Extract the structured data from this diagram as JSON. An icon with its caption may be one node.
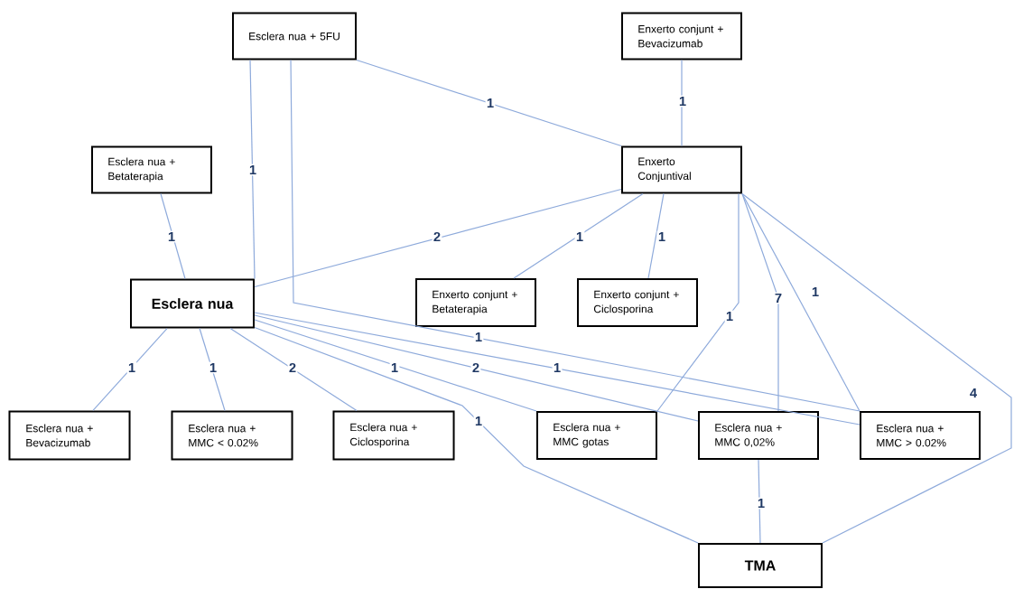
{
  "diagram": {
    "nodes": [
      {
        "text": [
          "Esclera nua + 5FU"
        ]
      },
      {
        "text": [
          "Enxerto conjunt + Bevacizumab"
        ]
      },
      {
        "text": [
          "Esclera nua + Betaterapia"
        ]
      },
      {
        "text": [
          "Enxerto Conjuntival"
        ]
      },
      {
        "text": [
          "Esclera nua"
        ]
      },
      {
        "text": [
          "Enxerto conjunt + Betaterapia"
        ]
      },
      {
        "text": [
          "Enxerto conjunt + Ciclosporina"
        ]
      },
      {
        "text": [
          "Esclera nua + Bevacizumab"
        ]
      },
      {
        "text": [
          "Esclera nua + MMC < 0.02%"
        ]
      },
      {
        "text": [
          "Esclera nua + Ciclosporina"
        ]
      },
      {
        "text": [
          "Esclera nua + MMC gotas"
        ]
      },
      {
        "text": [
          "Esclera nua + MMC 0,02%"
        ]
      },
      {
        "text": [
          "Esclera nua + MMC > 0.02%"
        ]
      },
      {
        "text": [
          "TMA"
        ]
      }
    ],
    "edges": [
      {
        "from": 0,
        "to": 3,
        "arrow": "none",
        "label": "1"
      },
      {
        "from": 0,
        "to": 4,
        "arrow": "none",
        "label": "1"
      },
      {
        "from": 0,
        "to": 12,
        "arrow": "none",
        "label": "1"
      },
      {
        "from": 1,
        "to": 3,
        "arrow": "none",
        "label": "1"
      },
      {
        "from": 2,
        "to": 4,
        "arrow": "none",
        "label": "1"
      },
      {
        "from": 3,
        "to": 4,
        "arrow": "none",
        "label": "2"
      },
      {
        "from": 3,
        "to": 5,
        "arrow": "none",
        "label": "1"
      },
      {
        "from": 3,
        "to": 6,
        "arrow": "none",
        "label": "1"
      },
      {
        "from": 3,
        "to": 10,
        "arrow": "none",
        "label": "1"
      },
      {
        "from": 3,
        "to": 11,
        "arrow": "none",
        "label": "7"
      },
      {
        "from": 3,
        "to": 12,
        "arrow": "none",
        "label": "1"
      },
      {
        "from": 3,
        "to": 13,
        "arrow": "none",
        "label": "4"
      },
      {
        "from": 4,
        "to": 7,
        "arrow": "none",
        "label": "1"
      },
      {
        "from": 4,
        "to": 8,
        "arrow": "none",
        "label": "1"
      },
      {
        "from": 4,
        "to": 9,
        "arrow": "none",
        "label": "2"
      },
      {
        "from": 4,
        "to": 10,
        "arrow": "none",
        "label": "1"
      },
      {
        "from": 4,
        "to": 11,
        "arrow": "none",
        "label": "2"
      },
      {
        "from": 4,
        "to": 12,
        "arrow": "none",
        "label": "1"
      },
      {
        "from": 4,
        "to": 13,
        "arrow": "none",
        "label": "1"
      },
      {
        "from": 11,
        "to": 13,
        "arrow": "none",
        "label": "1"
      }
    ]
  }
}
